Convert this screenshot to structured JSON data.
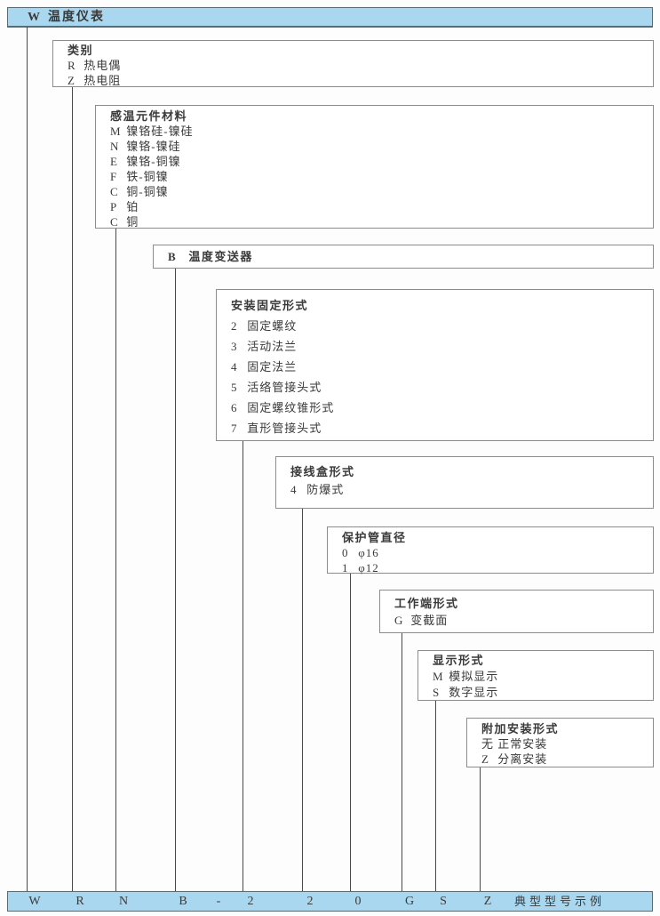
{
  "header_bar": {
    "code": "W",
    "title": "温度仪表"
  },
  "boxes": [
    {
      "title": "类别",
      "items": [
        {
          "code": "R",
          "label": "热电偶"
        },
        {
          "code": "Z",
          "label": "热电阻"
        }
      ]
    },
    {
      "title": "感温元件材料",
      "items": [
        {
          "code": "M",
          "label": "镍铬硅-镍硅"
        },
        {
          "code": "N",
          "label": "镍铬-镍硅"
        },
        {
          "code": "E",
          "label": "镍铬-铜镍"
        },
        {
          "code": "F",
          "label": "铁-铜镍"
        },
        {
          "code": "C",
          "label": "铜-铜镍"
        },
        {
          "code": "P",
          "label": "铂"
        },
        {
          "code": "C",
          "label": "铜"
        }
      ]
    },
    {
      "code": "B",
      "title": "温度变送器",
      "items": []
    },
    {
      "title": "安装固定形式",
      "items": [
        {
          "code": "2",
          "label": "固定螺纹"
        },
        {
          "code": "3",
          "label": "活动法兰"
        },
        {
          "code": "4",
          "label": "固定法兰"
        },
        {
          "code": "5",
          "label": "活络管接头式"
        },
        {
          "code": "6",
          "label": "固定螺纹锥形式"
        },
        {
          "code": "7",
          "label": "直形管接头式"
        }
      ]
    },
    {
      "title": "接线盒形式",
      "items": [
        {
          "code": "4",
          "label": "防爆式"
        }
      ]
    },
    {
      "title": "保护管直径",
      "items": [
        {
          "code": "0",
          "label": "φ16"
        },
        {
          "code": "1",
          "label": "φ12"
        }
      ]
    },
    {
      "title": "工作端形式",
      "items": [
        {
          "code": "G",
          "label": "变截面"
        }
      ]
    },
    {
      "title": "显示形式",
      "items": [
        {
          "code": "M",
          "label": "模拟显示"
        },
        {
          "code": "S",
          "label": "数字显示"
        }
      ]
    },
    {
      "title": "附加安装形式",
      "items": [
        {
          "code": "无",
          "label": "正常安装"
        },
        {
          "code": "Z",
          "label": "分离安装"
        }
      ]
    }
  ],
  "footer_bar": {
    "codes": [
      "W",
      "R",
      "N",
      "B",
      "-",
      "2",
      "2",
      "0",
      "G",
      "S",
      "Z"
    ],
    "caption": "典型型号示例"
  },
  "colors": {
    "bar_fill": "#a9d7ef",
    "bar_border": "#5a6b73",
    "box_border": "#8c8c8c",
    "line": "#4a4a4a",
    "text": "#3a3a3a"
  }
}
